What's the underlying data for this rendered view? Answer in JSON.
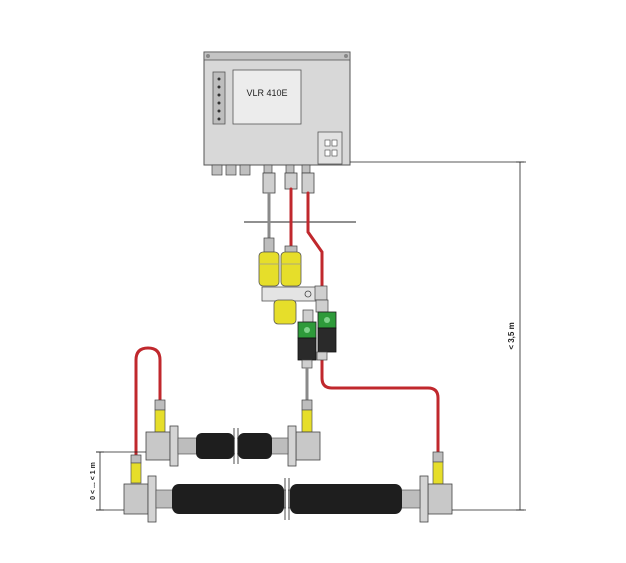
{
  "device": {
    "model_label": "VLR 410E"
  },
  "dimensions": {
    "height_label": "< 3,5 m",
    "gap_label": "0 < ... < 1 m"
  },
  "colors": {
    "background": "#ffffff",
    "device_body": "#d8d8d8",
    "device_outline": "#555555",
    "red_hose": "#c0282d",
    "grey_pipe": "#9a9a9a",
    "yellow_filter": "#e6de2a",
    "green_valve": "#2e9a3a",
    "dark_valve": "#2a2a2a",
    "flange": "#c8c8c8",
    "compensator": "#1e1e1e"
  }
}
